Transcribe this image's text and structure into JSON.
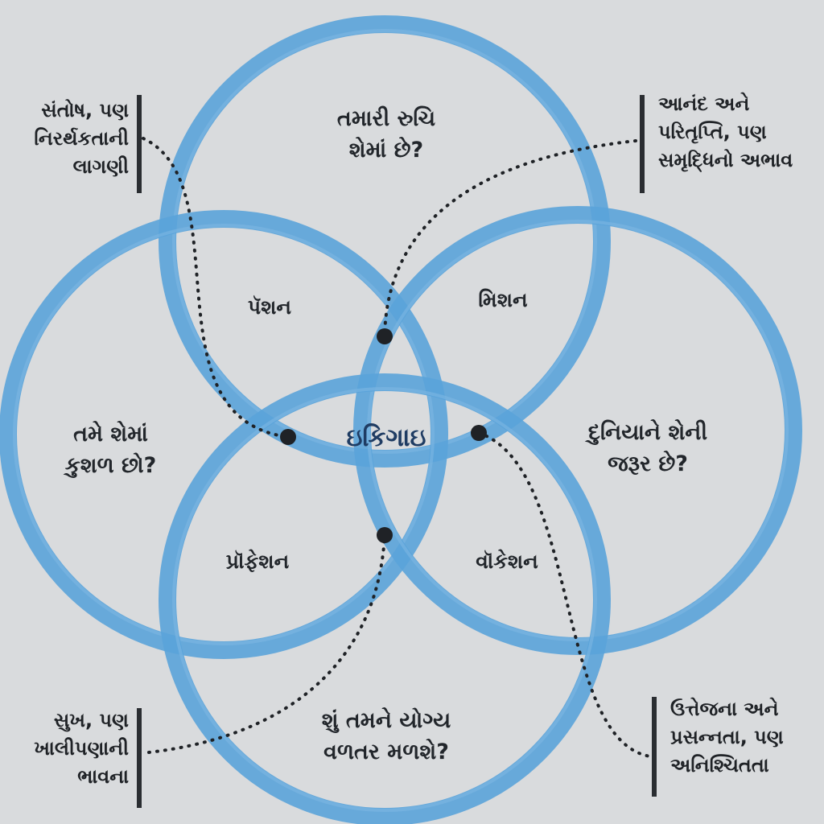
{
  "colors": {
    "background": "#d9dbdd",
    "ring": "#5aa3d9",
    "ring_dark": "#3f8ccc",
    "text": "#22262b",
    "center_text": "#1f3c63",
    "connector": "#1f2226"
  },
  "questions": {
    "top": [
      "તમારી રુચિ",
      "શેમાં છે?"
    ],
    "left": [
      "તમે શેમાં",
      "કુશળ છો?"
    ],
    "right": [
      "દુનિયાને શેની",
      "જરૂર છે?"
    ],
    "bottom": [
      "શું તમને યોગ્ય",
      "વળતર મળશે?"
    ]
  },
  "zones": {
    "passion": "પૅશન",
    "mission": "મિશન",
    "profession": "પ્રૉફેશન",
    "vocation": "વૉકેશન"
  },
  "center": "ઇકિગાઇ",
  "notes": {
    "top_left": [
      "સંતોષ, પણ",
      "નિરર્થકતાની",
      "લાગણી"
    ],
    "top_right": [
      "આનંદ અને",
      "પરિતૃપ્તિ, પણ",
      "સમૃદ્ધિનો અભાવ"
    ],
    "bottom_left": [
      "સુખ, પણ",
      "ખાલીપણાની",
      "ભાવના"
    ],
    "bottom_right": [
      "ઉત્તેજના અને",
      "પ્રસન્નતા, પણ",
      "અનિશ્ચિતતા"
    ]
  }
}
